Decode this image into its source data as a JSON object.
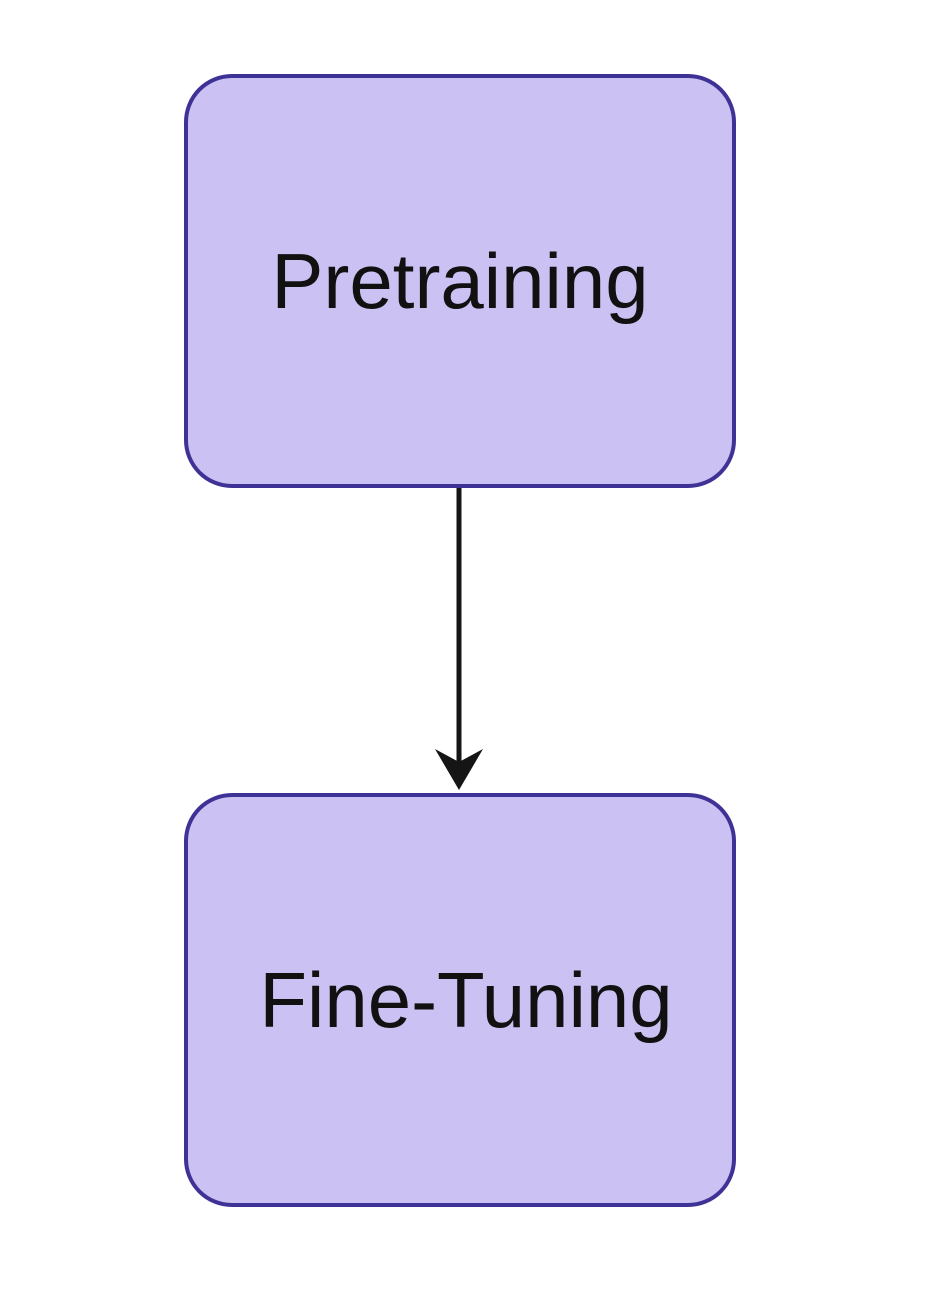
{
  "diagram": {
    "nodes": [
      {
        "id": "pretraining",
        "label": "Pretraining"
      },
      {
        "id": "finetuning",
        "label": "Fine-Tuning"
      }
    ],
    "edges": [
      {
        "from": "pretraining",
        "to": "finetuning"
      }
    ],
    "colors": {
      "node_fill": "#cbc1f2",
      "node_border": "#3f3296",
      "edge": "#151515",
      "text": "#111111"
    }
  }
}
